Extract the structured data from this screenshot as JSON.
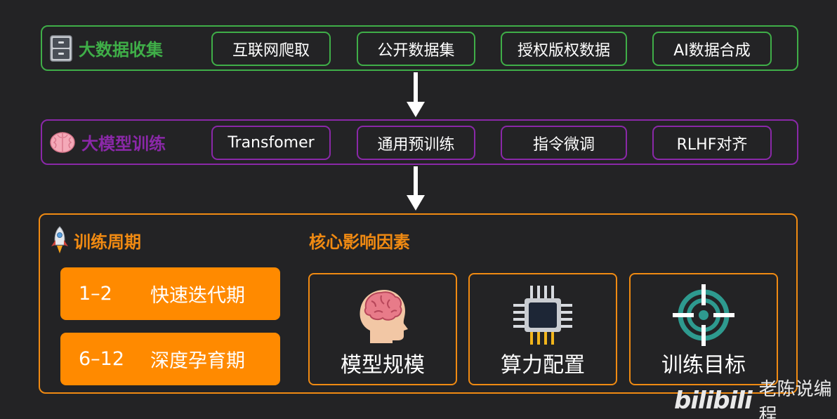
{
  "data_row": {
    "title": "大数据收集",
    "icon": "file-cabinet-icon",
    "color": "#3fae48",
    "items": [
      "互联网爬取",
      "公开数据集",
      "授权版权数据",
      "AI数据合成"
    ]
  },
  "train_row": {
    "title": "大模型训练",
    "icon": "brain-icon",
    "color": "#8a28a8",
    "items": [
      "Transfomer",
      "通用预训练",
      "指令微调",
      "RLHF对齐"
    ]
  },
  "panel": {
    "color": "#f08a12",
    "period_title": "训练周期",
    "period_icon": "rocket-icon",
    "periods": [
      {
        "range": "1–2",
        "name": "快速迭代期"
      },
      {
        "range": "6–12",
        "name": "深度孕育期"
      }
    ],
    "factors_title": "核心影响因素",
    "factors": [
      {
        "label": "模型规模",
        "icon": "brain-head-icon"
      },
      {
        "label": "算力配置",
        "icon": "chip-icon"
      },
      {
        "label": "训练目标",
        "icon": "target-icon"
      }
    ]
  },
  "watermark": {
    "logo": "bilibili",
    "author": "老陈说编程"
  }
}
